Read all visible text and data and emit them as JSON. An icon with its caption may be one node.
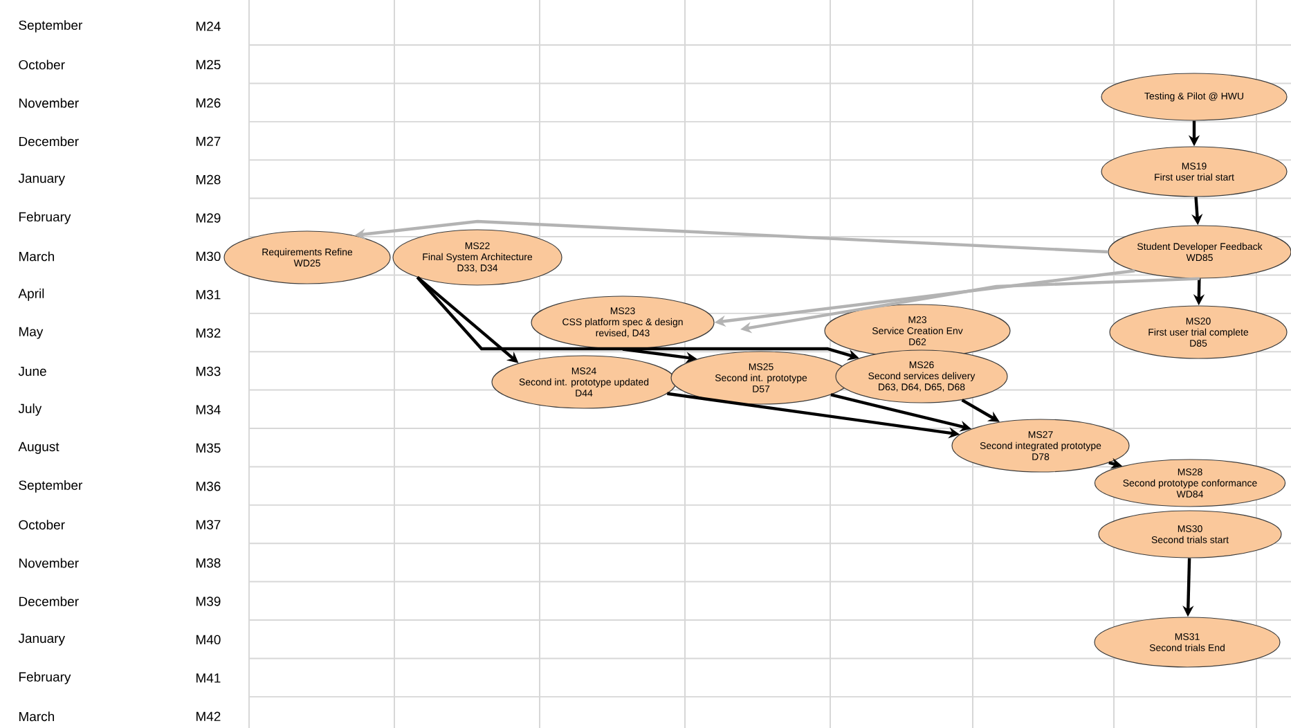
{
  "diagram": {
    "nodes": [
      {
        "text": [
          "Testing & Pilot @ HWU"
        ]
      },
      {
        "text": [
          "MS19",
          "First user trial start"
        ]
      },
      {
        "text": [
          "Requirements Refine",
          "WD25"
        ]
      },
      {
        "text": [
          "MS22",
          "Final System Architecture",
          "D33, D34"
        ]
      },
      {
        "text": [
          "Student Developer Feedback",
          "WD85"
        ]
      },
      {
        "text": [
          "MS23",
          "CSS platform spec & design",
          "revised, D43"
        ]
      },
      {
        "text": [
          "M23",
          "Service Creation Env",
          "D62"
        ]
      },
      {
        "text": [
          "MS20",
          "First user trial complete",
          "D85"
        ]
      },
      {
        "text": [
          "MS24",
          "Second int. prototype updated",
          "D44"
        ]
      },
      {
        "text": [
          "MS25",
          "Second int. prototype",
          "D57"
        ]
      },
      {
        "text": [
          "MS26",
          "Second services delivery",
          "D63, D64, D65, D68"
        ]
      },
      {
        "text": [
          "MS27",
          "Second integrated prototype",
          "D78"
        ]
      },
      {
        "text": [
          "MS28",
          "Second prototype conformance",
          "WD84"
        ]
      },
      {
        "text": [
          "MS30",
          "Second trials start"
        ]
      },
      {
        "text": [
          "MS31",
          "Second trials End"
        ]
      }
    ],
    "edges": [
      {
        "from": 0,
        "to": 1,
        "arrow": "to"
      },
      {
        "from": 1,
        "to": 4,
        "arrow": "to"
      },
      {
        "from": 4,
        "to": 7,
        "arrow": "to"
      },
      {
        "from": 4,
        "to": 2,
        "arrow": "to",
        "color": "#b3b3b3"
      },
      {
        "from": 4,
        "to": 5,
        "arrow": "to",
        "color": "#b3b3b3"
      },
      {
        "from": 4,
        "to": null,
        "arrow": "to",
        "color": "#b3b3b3"
      },
      {
        "from": 3,
        "to": 8,
        "arrow": "to"
      },
      {
        "from": 3,
        "to": 10,
        "arrow": "to"
      },
      {
        "from": 5,
        "to": 9,
        "arrow": "to"
      },
      {
        "from": 8,
        "to": 11,
        "arrow": "to"
      },
      {
        "from": 9,
        "to": 11,
        "arrow": "to"
      },
      {
        "from": 10,
        "to": 11,
        "arrow": "to"
      },
      {
        "from": 11,
        "to": 12,
        "arrow": "to"
      },
      {
        "from": 13,
        "to": 14,
        "arrow": "to"
      }
    ],
    "labels": [
      "September",
      "M24",
      "October",
      "M25",
      "November",
      "M26",
      "December",
      "M27",
      "January",
      "M28",
      "February",
      "M29",
      "March",
      "M30",
      "April",
      "M31",
      "May",
      "M32",
      "June",
      "M33",
      "July",
      "M34",
      "August",
      "M35",
      "September",
      "M36",
      "October",
      "M37",
      "November",
      "M38",
      "December",
      "M39",
      "January",
      "M40",
      "February",
      "M41",
      "March",
      "M42"
    ]
  }
}
